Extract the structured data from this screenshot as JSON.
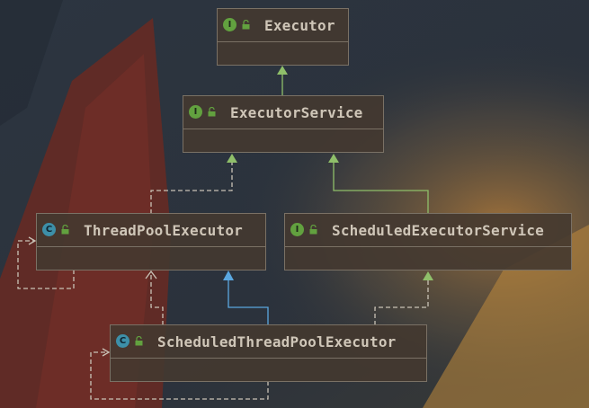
{
  "diagram": {
    "nodes": [
      {
        "id": "executor",
        "kind": "interface",
        "kind_badge": "I",
        "name": "Executor"
      },
      {
        "id": "executor-service",
        "kind": "interface",
        "kind_badge": "I",
        "name": "ExecutorService"
      },
      {
        "id": "thread-pool-executor",
        "kind": "class",
        "kind_badge": "C",
        "name": "ThreadPoolExecutor"
      },
      {
        "id": "scheduled-executor-service",
        "kind": "interface",
        "kind_badge": "I",
        "name": "ScheduledExecutorService"
      },
      {
        "id": "scheduled-thread-pool-executor",
        "kind": "class",
        "kind_badge": "C",
        "name": "ScheduledThreadPoolExecutor"
      }
    ],
    "relations": [
      {
        "from": "executor-service",
        "to": "executor",
        "type": "extends-interface"
      },
      {
        "from": "thread-pool-executor",
        "to": "executor-service",
        "type": "implements"
      },
      {
        "from": "scheduled-executor-service",
        "to": "executor-service",
        "type": "extends-interface"
      },
      {
        "from": "scheduled-thread-pool-executor",
        "to": "thread-pool-executor",
        "type": "extends"
      },
      {
        "from": "scheduled-thread-pool-executor",
        "to": "scheduled-executor-service",
        "type": "implements"
      },
      {
        "from": "scheduled-thread-pool-executor",
        "to": "thread-pool-executor",
        "type": "implements"
      },
      {
        "from": "thread-pool-executor",
        "to": "thread-pool-executor",
        "type": "self-reference"
      },
      {
        "from": "scheduled-thread-pool-executor",
        "to": "scheduled-thread-pool-executor",
        "type": "self-reference"
      }
    ],
    "colors": {
      "interface_badge": "#62a13f",
      "class_badge": "#3d8fa8",
      "green_arrow": "#8fbf6a",
      "blue_arrow": "#5aa7e0",
      "dashed_line": "#c9c2b6"
    }
  }
}
